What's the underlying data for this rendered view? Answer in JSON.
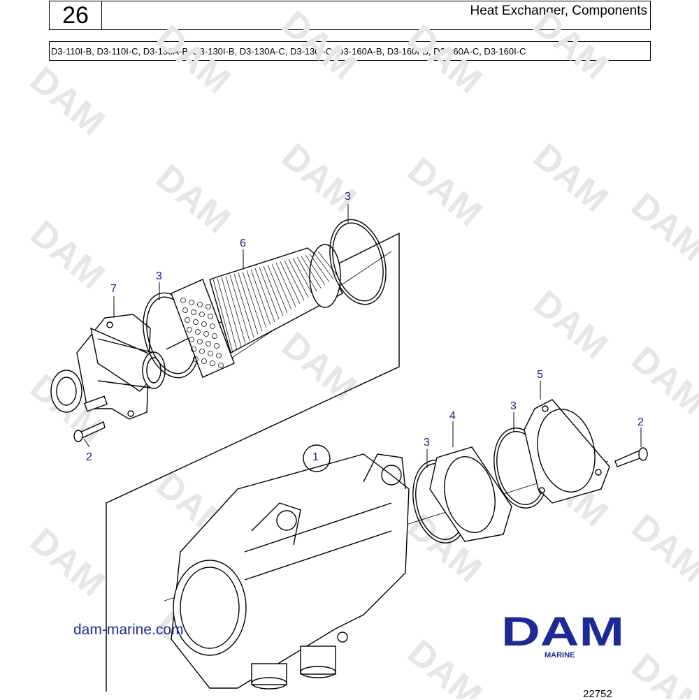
{
  "header": {
    "page_number": "26",
    "title": "Heat Exchanger, Components",
    "models": "D3-110I-B, D3-110I-C, D3-130A-B, D3-130I-B, D3-130A-C, D3-130I-C, D3-160A-B, D3-160I-B, D3-160A-C, D3-160I-C"
  },
  "callouts": {
    "c1": "1",
    "c2a": "2",
    "c2b": "2",
    "c3a": "3",
    "c3b": "3",
    "c3c": "3",
    "c3d": "3",
    "c4": "4",
    "c5": "5",
    "c6": "6",
    "c7": "7"
  },
  "watermark": "DAM",
  "footer": {
    "url": "dam-marine.com",
    "logo_text": "DAM",
    "logo_sub": "MARINE",
    "figure_number": "22752"
  },
  "colors": {
    "callout": "#1a1a8c",
    "brand": "#1c2a96",
    "watermark": "#e6e6e6"
  }
}
